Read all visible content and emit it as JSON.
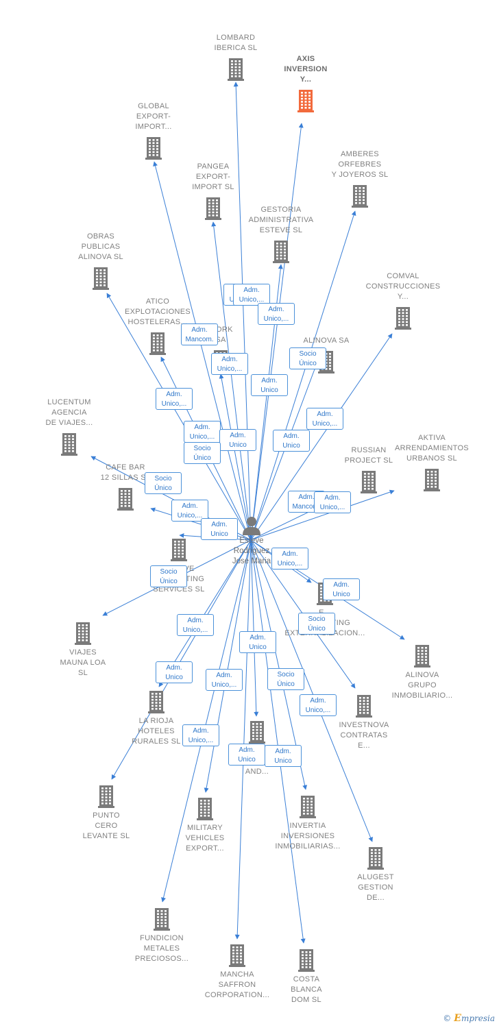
{
  "center": {
    "name": "Esteve\nRodriguez\nJose Maria"
  },
  "colors": {
    "edge": "#3a7fd6",
    "building": "#7a7a7a",
    "highlight": "#f26a3c"
  },
  "footer": {
    "copyright": "©",
    "brand_initial": "E",
    "brand_rest": "mpresia"
  },
  "nodes": [
    {
      "id": "lombard",
      "label": "LOMBARD\nIBERICA  SL"
    },
    {
      "id": "axis",
      "label": "AXIS\nINVERSION\nY...",
      "highlight": true
    },
    {
      "id": "global",
      "label": "GLOBAL\nEXPORT-\nIMPORT..."
    },
    {
      "id": "pangea",
      "label": "PANGEA\nEXPORT-\nIMPORT  SL"
    },
    {
      "id": "amberes",
      "label": "AMBERES\nORFEBRES\nY JOYEROS  SL"
    },
    {
      "id": "gestoria",
      "label": "GESTORIA\nADMINISTRATIVA\nESTEVE  SL"
    },
    {
      "id": "obras",
      "label": "OBRAS\nPUBLICAS\nALINOVA  SL"
    },
    {
      "id": "comval",
      "label": "COMVAL\nCONSTRUCCIONES\nY..."
    },
    {
      "id": "atico",
      "label": "ATICO\nEXPLOTACIONES\nHOSTELERAS..."
    },
    {
      "id": "work",
      "label": "WORK\nSA"
    },
    {
      "id": "alinova_sa",
      "label": "ALINOVA SA"
    },
    {
      "id": "lucentum",
      "label": "LUCENTUM\nAGENCIA\nDE VIAJES..."
    },
    {
      "id": "aktiva",
      "label": "AKTIVA\nARRENDAMIENTOS\nURBANOS  SL"
    },
    {
      "id": "russian",
      "label": "RUSSIAN\nPROJECT SL"
    },
    {
      "id": "cafe",
      "label": "CAFE  BAR\n12 SILLAS  SL"
    },
    {
      "id": "esteve_consulting",
      "label": "ESTEVE\nCONSULTING\nSERVICES SL"
    },
    {
      "id": "consulting_ext",
      "label": "E...\nCONSULTING\nEXTERNALIZACION..."
    },
    {
      "id": "viajes",
      "label": "VIAJES\nMAUNA LOA\nSL"
    },
    {
      "id": "alinova_grupo",
      "label": "ALINOVA\nGRUPO\nINMOBILIARIO..."
    },
    {
      "id": "rioja",
      "label": "LA RIOJA\nHOTELES\nRURALES  SL"
    },
    {
      "id": "investnova",
      "label": "INVESTNOVA\nCONTRATAS\nE..."
    },
    {
      "id": "int_and",
      "label": "INT...\nO\nAND..."
    },
    {
      "id": "punto",
      "label": "PUNTO\nCERO\nLEVANTE SL"
    },
    {
      "id": "military",
      "label": "MILITARY\nVEHICLES\nEXPORT..."
    },
    {
      "id": "invertia",
      "label": "INVERTIA\nINVERSIONES\nINMOBILIARIAS..."
    },
    {
      "id": "alugest",
      "label": "ALUGEST\nGESTION\nDE..."
    },
    {
      "id": "fundicion",
      "label": "FUNDICION\nMETALES\nPRECIOSOS..."
    },
    {
      "id": "mancha",
      "label": "MANCHA\nSAFFRON\nCORPORATION..."
    },
    {
      "id": "costa",
      "label": "COSTA\nBLANCA\nDOM  SL"
    }
  ],
  "edges": [
    {
      "to": "lombard"
    },
    {
      "to": "axis"
    },
    {
      "to": "global"
    },
    {
      "to": "pangea"
    },
    {
      "to": "amberes"
    },
    {
      "to": "gestoria"
    },
    {
      "to": "obras"
    },
    {
      "to": "comval"
    },
    {
      "to": "atico"
    },
    {
      "to": "work"
    },
    {
      "to": "alinova_sa"
    },
    {
      "to": "lucentum"
    },
    {
      "to": "aktiva"
    },
    {
      "to": "russian"
    },
    {
      "to": "cafe"
    },
    {
      "to": "esteve_consulting"
    },
    {
      "to": "consulting_ext"
    },
    {
      "to": "viajes"
    },
    {
      "to": "alinova_grupo"
    },
    {
      "to": "rioja"
    },
    {
      "to": "investnova"
    },
    {
      "to": "int_and"
    },
    {
      "to": "punto"
    },
    {
      "to": "military"
    },
    {
      "to": "invertia"
    },
    {
      "to": "alugest"
    },
    {
      "to": "fundicion"
    },
    {
      "to": "mancha"
    },
    {
      "to": "costa"
    }
  ],
  "badges": [
    {
      "id": "b1",
      "text": "Adm.\nUnico,..."
    },
    {
      "id": "b2",
      "text": "Adm.\nUnico,..."
    },
    {
      "id": "b3",
      "text": "Adm.\nUnico,..."
    },
    {
      "id": "b4",
      "text": "Adm.\nMancom."
    },
    {
      "id": "b5",
      "text": "Adm.\nUnico,..."
    },
    {
      "id": "b6",
      "text": "Socio\nÚnico"
    },
    {
      "id": "b7",
      "text": "Adm.\nUnico"
    },
    {
      "id": "b8",
      "text": "Adm.\nUnico,..."
    },
    {
      "id": "b9",
      "text": "Adm.\nUnico,..."
    },
    {
      "id": "b10",
      "text": "Adm.\nUnico,..."
    },
    {
      "id": "b11",
      "text": "Adm.\nUnico"
    },
    {
      "id": "b12",
      "text": "Adm.\nUnico"
    },
    {
      "id": "b13",
      "text": "Socio\nÚnico"
    },
    {
      "id": "b14",
      "text": "Adm.\nMancom."
    },
    {
      "id": "b15",
      "text": "Adm.\nUnico,..."
    },
    {
      "id": "b16",
      "text": "Socio\nÚnico"
    },
    {
      "id": "b17",
      "text": "Adm.\nUnico,..."
    },
    {
      "id": "b18",
      "text": "Adm.\nUnico"
    },
    {
      "id": "b19",
      "text": "Adm.\nUnico,..."
    },
    {
      "id": "b20",
      "text": "Socio\nÚnico"
    },
    {
      "id": "b21",
      "text": "Adm.\nUnico"
    },
    {
      "id": "b22",
      "text": "Socio\nÚnico"
    },
    {
      "id": "b23",
      "text": "Adm.\nUnico,..."
    },
    {
      "id": "b24",
      "text": "Adm.\nUnico"
    },
    {
      "id": "b25",
      "text": "Adm.\nUnico"
    },
    {
      "id": "b26",
      "text": "Adm.\nUnico,..."
    },
    {
      "id": "b27",
      "text": "Socio\nÚnico"
    },
    {
      "id": "b28",
      "text": "Adm.\nUnico,..."
    },
    {
      "id": "b29",
      "text": "Adm.\nUnico,..."
    },
    {
      "id": "b30",
      "text": "Adm.\nUnico"
    },
    {
      "id": "b31",
      "text": "Adm.\nUnico"
    }
  ]
}
